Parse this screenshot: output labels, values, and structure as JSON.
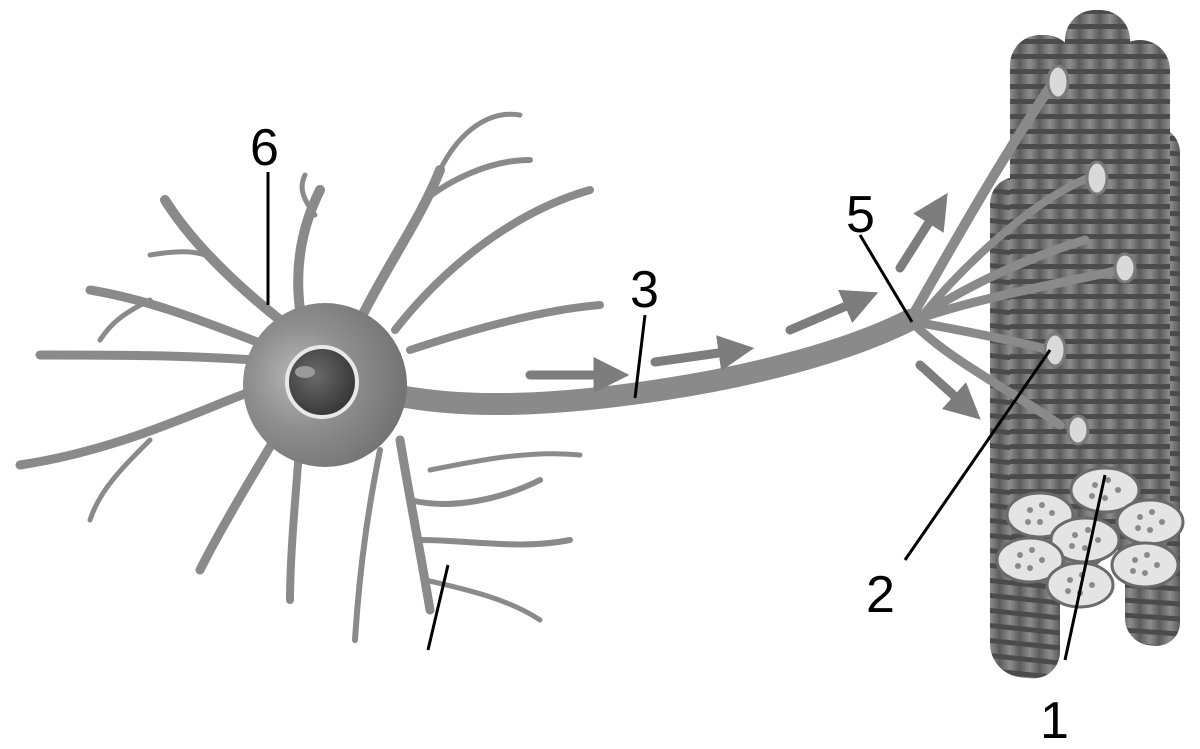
{
  "diagram": {
    "labels": [
      {
        "id": "muscle-fiber",
        "text": "1"
      },
      {
        "id": "neuromuscular-junction",
        "text": "2"
      },
      {
        "id": "axon",
        "text": "3"
      },
      {
        "id": "axon-terminal",
        "text": "5"
      },
      {
        "id": "dendrite",
        "text": "6"
      }
    ],
    "colors": {
      "neuron": "#8a8a8a",
      "nucleus": "#3d3d3d",
      "muscle": "#7a7a7a",
      "muscle_band": "#4a4a4a",
      "arrow": "#7d7d7d",
      "leader": "#000000"
    }
  }
}
